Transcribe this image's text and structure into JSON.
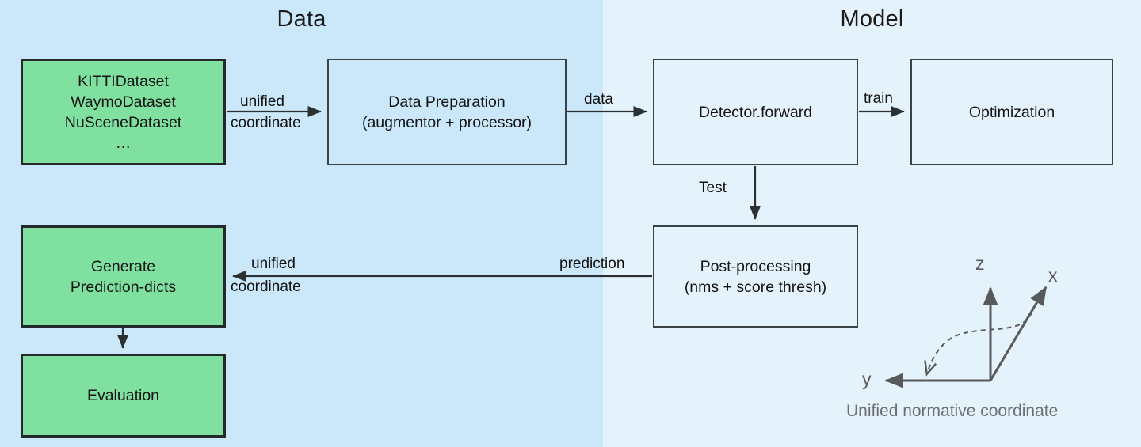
{
  "panels": {
    "data": {
      "title": "Data",
      "bg": "#cae8f9"
    },
    "model": {
      "title": "Model",
      "bg": "#e3f2fb"
    }
  },
  "nodes": {
    "datasets": {
      "lines": [
        "KITTIDataset",
        "WaymoDataset",
        "NuSceneDataset",
        "…"
      ],
      "fill": "#7fe0a0"
    },
    "data_preparation": {
      "lines": [
        "Data Preparation",
        "(augmentor + processor)"
      ],
      "fill": "#cae8f9"
    },
    "detector_forward": {
      "lines": [
        "Detector.forward"
      ],
      "fill": "#e3f2fb"
    },
    "optimization": {
      "lines": [
        "Optimization"
      ],
      "fill": "#e3f2fb"
    },
    "post_processing": {
      "lines": [
        "Post-processing",
        "(nms + score thresh)"
      ],
      "fill": "#e3f2fb"
    },
    "generate_prediction_dicts": {
      "lines": [
        "Generate",
        "Prediction-dicts"
      ],
      "fill": "#7fe0a0"
    },
    "evaluation": {
      "lines": [
        "Evaluation"
      ],
      "fill": "#7fe0a0"
    }
  },
  "edges": {
    "datasets_to_prep": {
      "line1": "unified",
      "line2": "coordinate"
    },
    "prep_to_detector": {
      "label": "data"
    },
    "detector_to_optimization": {
      "label": "train"
    },
    "detector_to_post": {
      "label": "Test"
    },
    "post_to_generate_right": {
      "label": "prediction"
    },
    "post_to_generate_left": {
      "line1": "unified",
      "line2": "coordinate"
    }
  },
  "coordinate_figure": {
    "axis_z": "z",
    "axis_x": "x",
    "axis_y": "y",
    "caption": "Unified normative coordinate",
    "stroke": "#58595b"
  }
}
